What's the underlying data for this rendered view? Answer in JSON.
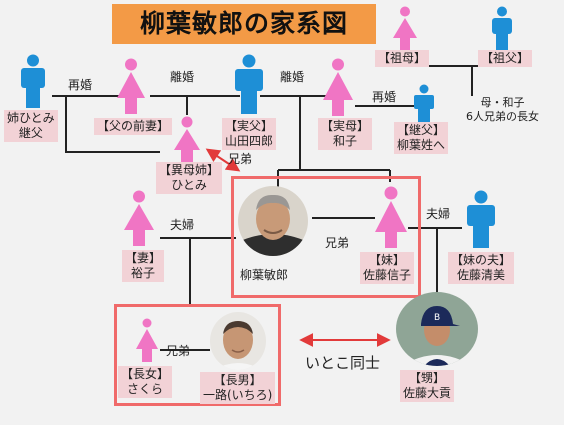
{
  "title": "柳葉敏郎の家系図",
  "colors": {
    "male": "#1e8fd6",
    "female": "#f075c4",
    "label_bg": "#f2d2d6",
    "title_bg": "#f39a46",
    "highlight": "#f06a6a"
  },
  "people": {
    "grandmother": "【祖母】",
    "grandfather": "【祖父】",
    "step_father_hitomi": "姉ひとみ\n継父",
    "father_ex_wife": "【父の前妻】",
    "half_sister": "【異母姉】\nひとみ",
    "father": "【実父】\n山田四郎",
    "mother": "【実母】\n和子",
    "step_father": "【継父】\n柳葉姓へ",
    "note_mother": "母・和子\n6人兄弟の長女",
    "wife": "【妻】\n裕子",
    "toshiro": "柳葉敏郎",
    "sister": "【妹】\n佐藤信子",
    "sister_husband": "【妹の夫】\n佐藤清美",
    "daughter": "【長女】\nさくら",
    "son": "【長男】\n一路(いちろ)",
    "nephew": "【甥】\n佐藤大貢"
  },
  "relations": {
    "remarriage_1": "再婚",
    "divorce_1": "離婚",
    "divorce_2": "離婚",
    "remarriage_2": "再婚",
    "siblings_half": "兄弟",
    "couple_wife": "夫婦",
    "siblings_main": "兄弟",
    "couple_sister": "夫婦",
    "siblings_children": "兄弟",
    "cousins": "いとこ同士"
  },
  "icons": {
    "male": "male-person-icon",
    "female": "female-person-icon",
    "toshiro_photo": "toshiro-portrait-photo",
    "son_photo": "son-portrait-photo",
    "nephew_photo": "nephew-baseball-photo"
  }
}
